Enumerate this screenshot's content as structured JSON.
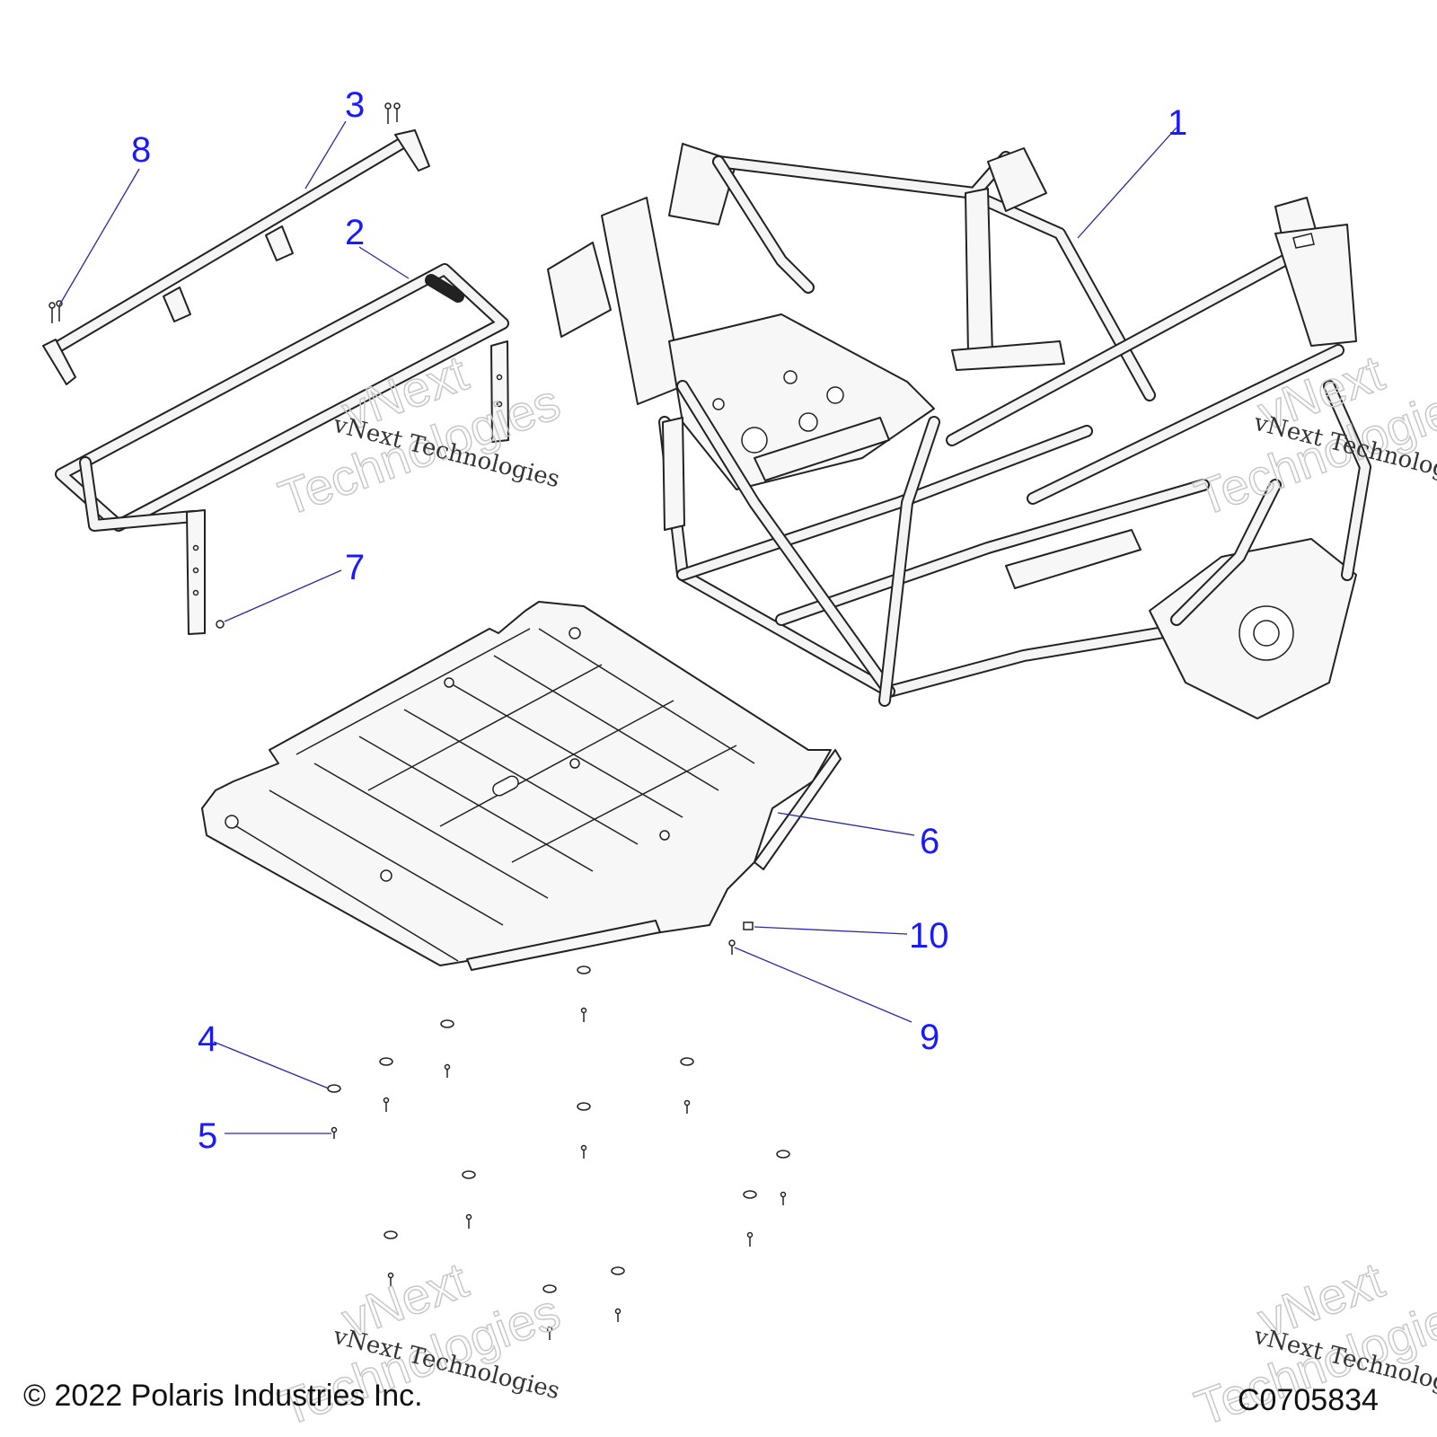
{
  "callouts": [
    {
      "id": "1",
      "label": "1"
    },
    {
      "id": "2",
      "label": "2"
    },
    {
      "id": "3",
      "label": "3"
    },
    {
      "id": "4",
      "label": "4"
    },
    {
      "id": "5",
      "label": "5"
    },
    {
      "id": "6",
      "label": "6"
    },
    {
      "id": "7",
      "label": "7"
    },
    {
      "id": "8",
      "label": "8"
    },
    {
      "id": "9",
      "label": "9"
    },
    {
      "id": "10",
      "label": "10"
    }
  ],
  "watermark": {
    "line1": "vNext",
    "line2": "Technologies",
    "small": "vNext Technologies"
  },
  "footer": {
    "copyright": "© 2022 Polaris Industries Inc.",
    "code": "C0705834"
  }
}
